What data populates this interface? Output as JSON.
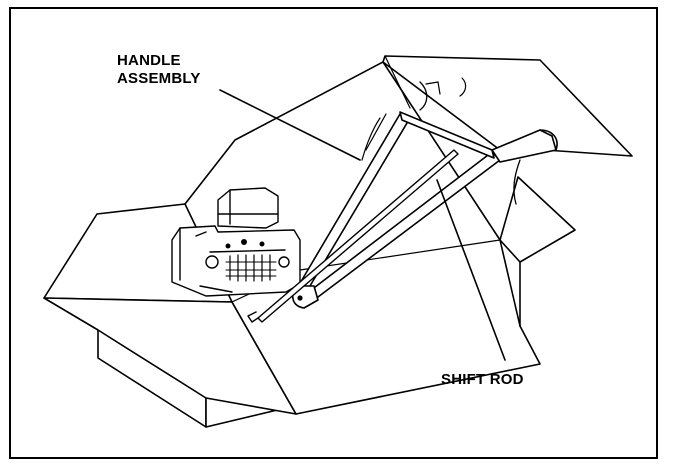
{
  "callouts": {
    "handle_assembly": {
      "line1": "HANDLE",
      "line2": "ASSEMBLY"
    },
    "shift_rod": {
      "text": "SHIFT ROD"
    }
  },
  "icons": {
    "illustration": "tiller-in-shipping-carton-illustration"
  },
  "colors": {
    "ink": "#000000",
    "paper": "#ffffff"
  }
}
